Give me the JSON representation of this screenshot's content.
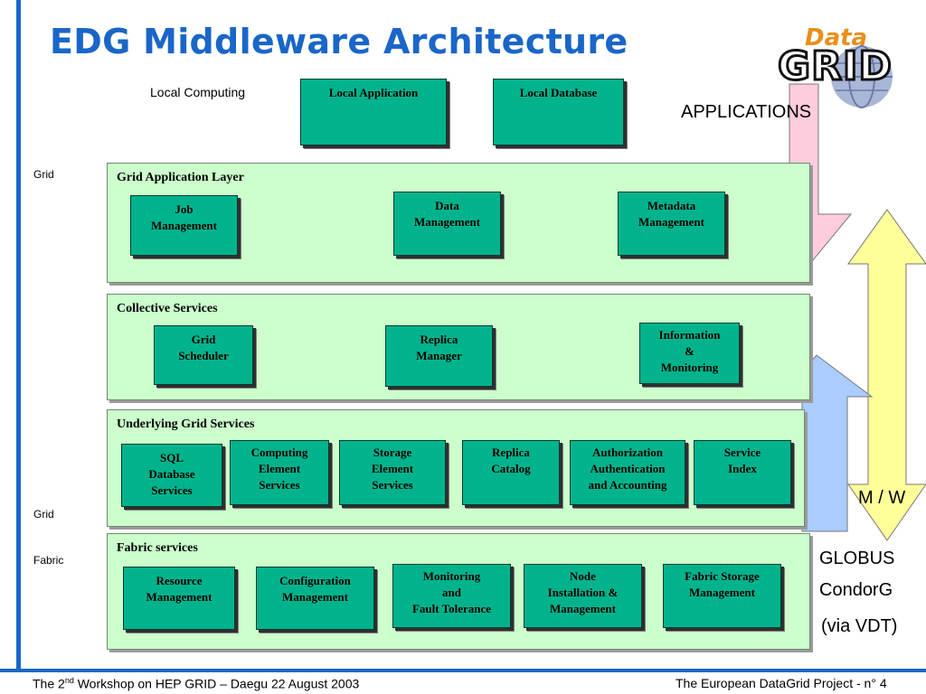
{
  "title": "EDG Middleware Architecture",
  "logo": {
    "top_text": "Data",
    "bottom_text": "GRID"
  },
  "side_labels": {
    "local_computing": "Local Computing",
    "grid_top": "Grid",
    "grid_bottom": "Grid",
    "fabric": "Fabric"
  },
  "local": {
    "application": "Local Application",
    "database": "Local Database"
  },
  "layers": {
    "app": {
      "title": "Grid Application Layer",
      "boxes": [
        "Job\nManagement",
        "Data\nManagement",
        "Metadata\nManagement"
      ]
    },
    "collective": {
      "title": "Collective Services",
      "boxes": [
        "Grid\nScheduler",
        "Replica\nManager",
        "Information\n&\nMonitoring"
      ]
    },
    "underlying": {
      "title": "Underlying Grid Services",
      "boxes": [
        "SQL\nDatabase\nServices",
        "Computing\nElement\nServices",
        "Storage\nElement\nServices",
        "Replica\nCatalog",
        "Authorization\nAuthentication\nand Accounting",
        "Service\nIndex"
      ]
    },
    "fabric": {
      "title": "Fabric services",
      "boxes": [
        "Resource\nManagement",
        "Configuration\nManagement",
        "Monitoring\nand\nFault Tolerance",
        "Node\nInstallation &\nManagement",
        "Fabric Storage\nManagement"
      ]
    }
  },
  "right_labels": {
    "applications": "APPLICATIONS",
    "mw": "M / W",
    "globus": "GLOBUS",
    "condorg": "CondorG",
    "vdt": "(via VDT)"
  },
  "colors": {
    "title": "#1a66c8",
    "layer_bg": "#ccffcc",
    "box_bg": "#00b38c",
    "pink_arrow": "#ffccdd",
    "yellow_arrow": "#ffff99",
    "blue_arrow": "#aaccff"
  },
  "footer": {
    "left_prefix": "The 2",
    "left_sup": "nd",
    "left_suffix": " Workshop on HEP GRID – Daegu 22 August 2003",
    "right": "The European DataGrid Project - n° 4"
  }
}
